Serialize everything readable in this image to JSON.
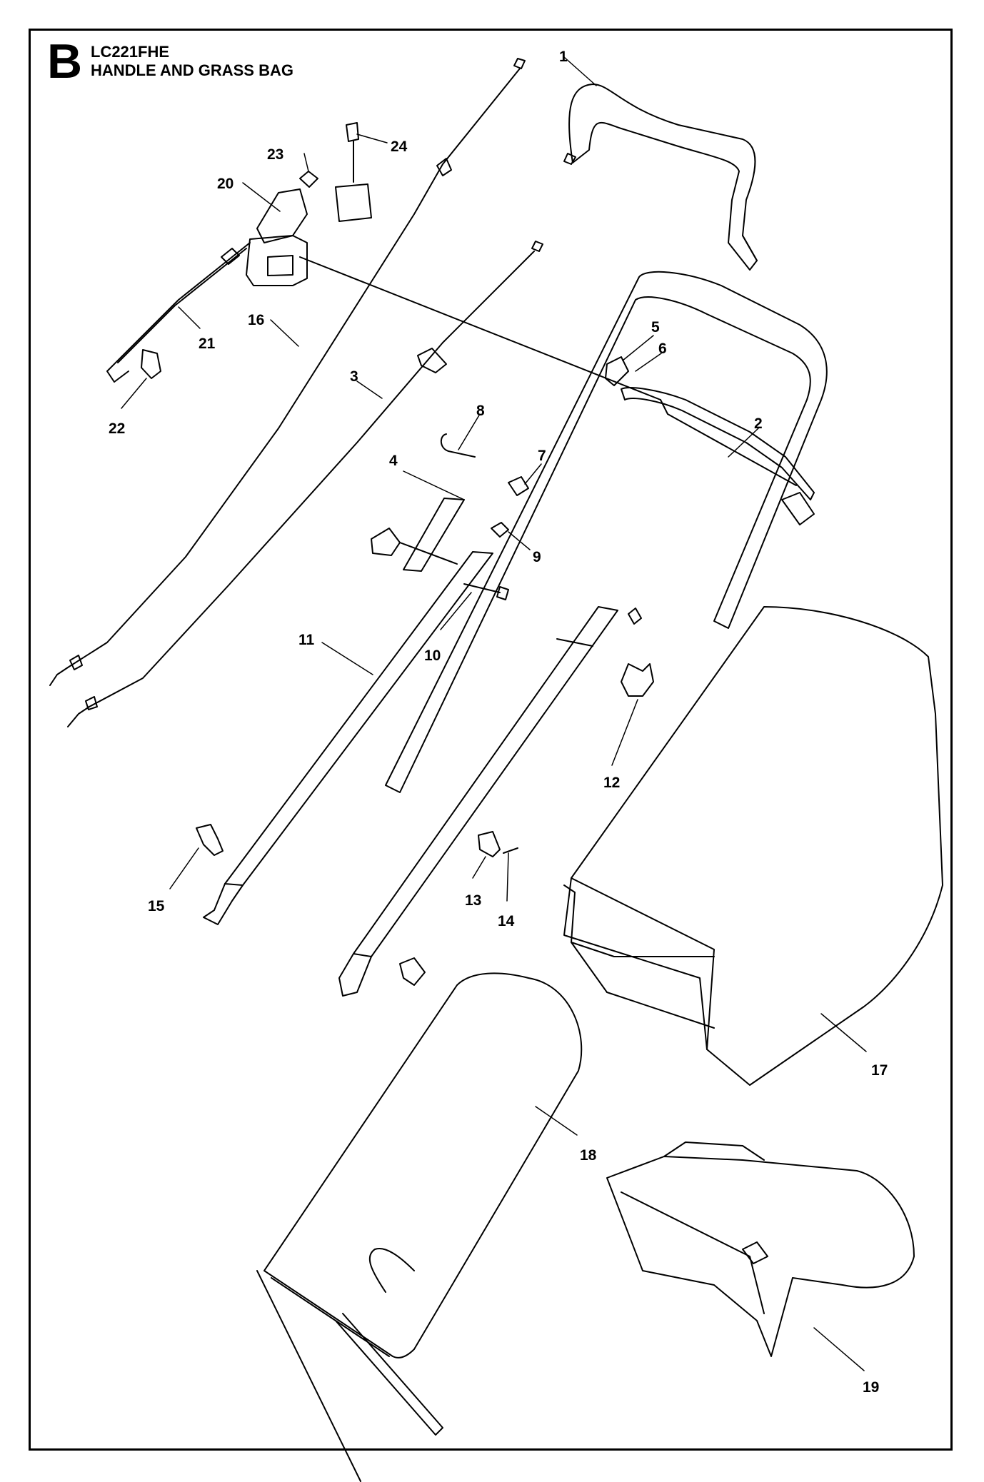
{
  "header": {
    "section_letter": "B",
    "model": "LC221FHE",
    "title": "HANDLE AND GRASS BAG"
  },
  "part_numbers": [
    "1",
    "2",
    "3",
    "4",
    "5",
    "6",
    "7",
    "8",
    "9",
    "10",
    "11",
    "12",
    "13",
    "14",
    "15",
    "16",
    "17",
    "18",
    "19",
    "20",
    "21",
    "22",
    "23",
    "24"
  ]
}
